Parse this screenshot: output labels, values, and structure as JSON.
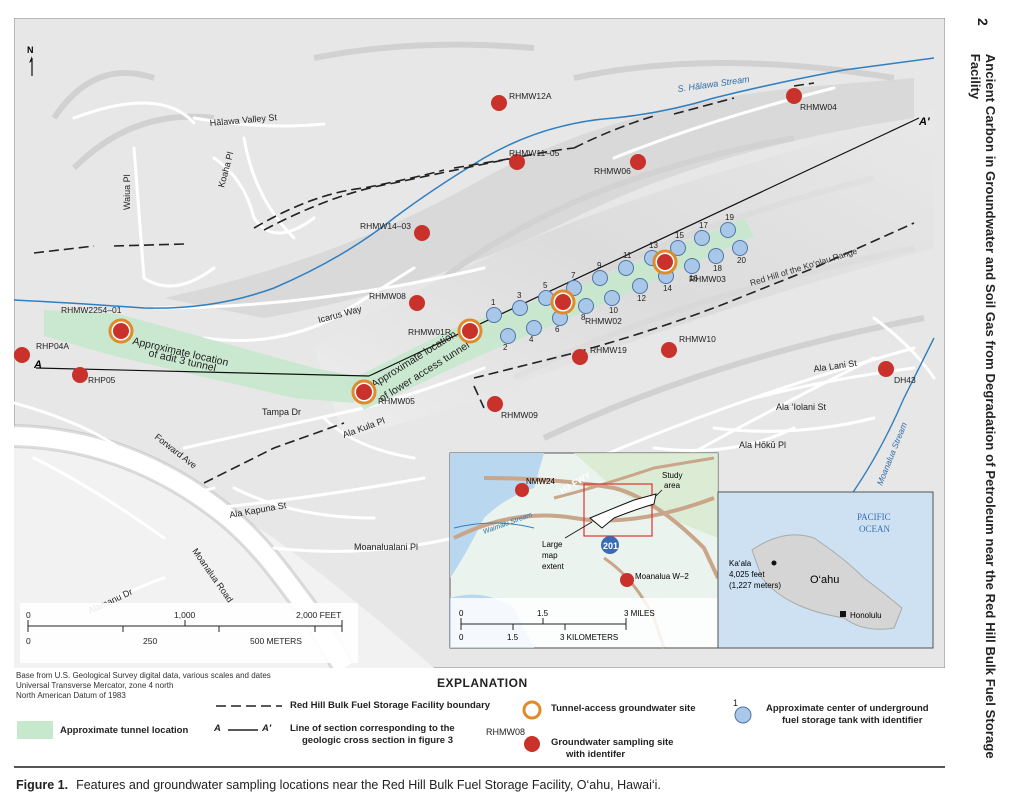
{
  "page": {
    "page_number": "2",
    "running_title": "Ancient Carbon in Groundwater and Soil Gas from Degradation of Petroleum near the Red Hill Bulk Fuel Storage Facility",
    "figure_label": "Figure 1.",
    "caption": "Features and groundwater sampling locations near the Red Hill Bulk Fuel Storage Facility, O‘ahu, Hawai‘i."
  },
  "map": {
    "north_label": "N",
    "streets": {
      "halawa_valley": "Hālawa Valley St",
      "koaha": "Koaha Pl",
      "waiua": "Waiua Pl",
      "icarus": "Icarus Way",
      "tampa": "Tampa Dr",
      "ala_kula": "Ala Kula Pl",
      "forward": "Forward Ave",
      "ala_kapuna": "Ala Kapuna St",
      "moanalualani": "Moanalualani Pl",
      "alamanu": "Alamanu Dr",
      "moanalua_road": "Moanalua Road",
      "ala_lani": "Ala Lani St",
      "ala_iolani": "Ala ‘Iolani St",
      "ala_hoku": "Ala Hōkū Pl"
    },
    "streams": {
      "halawa": "S. Hālawa Stream",
      "moanalua": "Moanalua Stream"
    },
    "red_hill_label": "Red Hill of the Ko‘olau Range",
    "tunnel_labels": {
      "adit3_line1": "Approximate location",
      "adit3_line2": "of adit 3 tunnel",
      "lower_line1": "Approximate location",
      "lower_line2": "of lower access tunnel"
    },
    "section": {
      "a": "A",
      "a_prime": "A′"
    },
    "groundwater_sites": [
      "RHMW12A",
      "RHMW04",
      "RHMW11–05",
      "RHMW06",
      "RHMW14–03",
      "RHMW08",
      "RHMW2254–01",
      "RHMW01R",
      "RHMW02",
      "RHMW03",
      "RHMW19",
      "RHMW10",
      "RHMW05",
      "RHMW09",
      "RHP04A",
      "RHP05",
      "DH43"
    ],
    "tank_ids": [
      "1",
      "2",
      "3",
      "4",
      "5",
      "6",
      "7",
      "8",
      "9",
      "10",
      "11",
      "12",
      "13",
      "14",
      "15",
      "16",
      "17",
      "18",
      "19",
      "20"
    ],
    "scale": {
      "feet_ticks": [
        "0",
        "1,000",
        "2,000 FEET"
      ],
      "meter_ticks": [
        "0",
        "250",
        "500 METERS"
      ]
    },
    "inset": {
      "site_label": "NMW24",
      "highway": "H3 FWY",
      "stream": "Waimalu Stream",
      "study_area_line1": "Study",
      "study_area_line2": "area",
      "large_map_line1": "Large",
      "large_map_line2": "map",
      "large_map_line3": "extent",
      "moanalua_label": "Moanalua W–2",
      "route": "201",
      "mile_ticks": [
        "0",
        "1.5",
        "3 MILES"
      ],
      "km_ticks": [
        "0",
        "1.5",
        "3 KILOMETERS"
      ]
    },
    "locator": {
      "ocean": [
        "PACIFIC",
        "OCEAN"
      ],
      "kaala": [
        "Ka‘ala",
        "4,025 feet",
        "(1,227 meters)"
      ],
      "island": "O‘ahu",
      "city": "Honolulu"
    }
  },
  "credit": [
    "Base from U.S. Geological Survey digital data, various scales and dates",
    "Universal Transverse Mercator, zone 4 north",
    "North American Datum of 1983"
  ],
  "explanation": {
    "title": "EXPLANATION",
    "tunnel": "Approximate tunnel location",
    "boundary": "Red Hill Bulk Fuel Storage Facility boundary",
    "section_a": "A",
    "section_a_prime": "A′",
    "section_line1": "Line of section corresponding to the",
    "section_line2": "geologic cross section in figure 3",
    "tunnel_site": "Tunnel-access groundwater site",
    "sampling_example": "RHMW08",
    "sampling_line1": "Groundwater sampling site",
    "sampling_line2": "with identifer",
    "tank_example": "1",
    "tank_line1": "Approximate center of underground",
    "tank_line2": "fuel storage tank with identifier"
  },
  "colors": {
    "sampling_site": "#c8322a",
    "tunnel_site_ring": "#e08a2c",
    "tank": "#a9c7e8",
    "tunnel_fill": "#c6e8cd",
    "stream": "#2f7fc1",
    "terrain": "#e6e6e6"
  }
}
